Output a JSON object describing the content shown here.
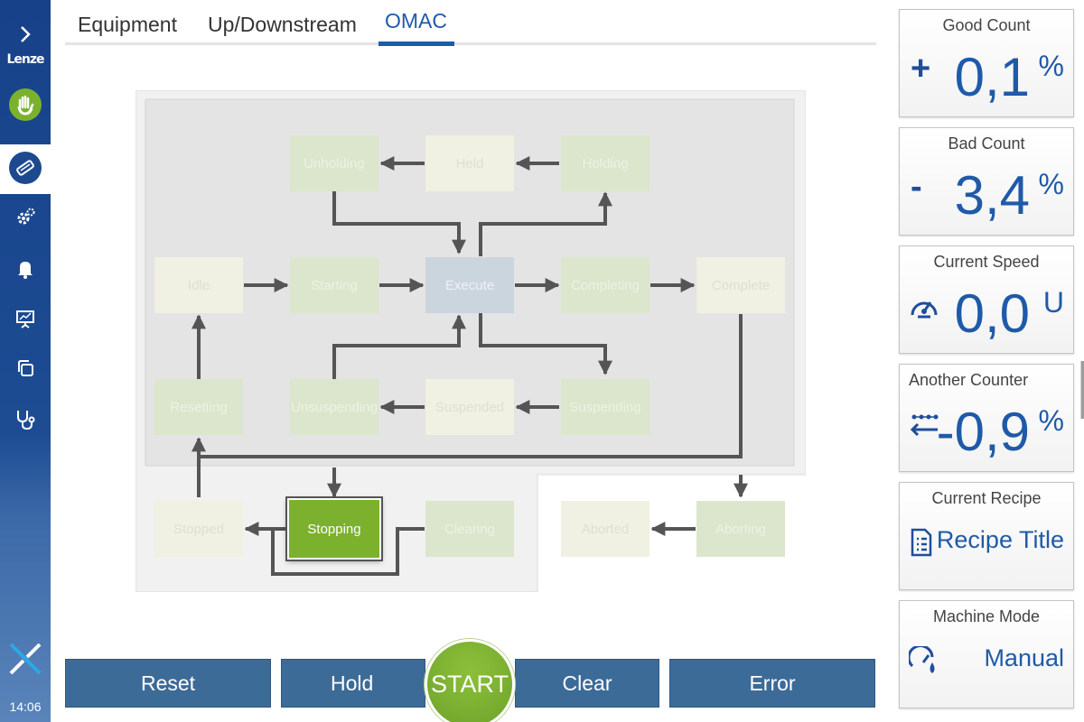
{
  "sidebar": {
    "logo": "Lenze",
    "time": "14:06",
    "icons": [
      "chevron-right-icon",
      "hand-icon",
      "module-icon",
      "gears-icon",
      "bell-icon",
      "presentation-chart-icon",
      "copy-icon",
      "stethoscope-icon",
      "x-logo-icon"
    ]
  },
  "tabs": [
    {
      "label": "Equipment",
      "active": false
    },
    {
      "label": "Up/Downstream",
      "active": false
    },
    {
      "label": "OMAC",
      "active": true
    }
  ],
  "states": {
    "unholding": "Unholding",
    "held": "Held",
    "holding": "Holding",
    "idle": "Idle",
    "starting": "Starting",
    "execute": "Execute",
    "completing": "Completing",
    "complete": "Complete",
    "resetting": "Resetting",
    "unsuspending": "Unsuspending",
    "suspended": "Suspended",
    "suspending": "Suspending",
    "stopped": "Stopped",
    "stopping": "Stopping",
    "clearing": "Clearing",
    "aborted": "Aborted",
    "aborting": "Aborting"
  },
  "active_state": "Stopping",
  "buttons": {
    "reset": "Reset",
    "hold": "Hold",
    "start": "START",
    "clear": "Clear",
    "error": "Error"
  },
  "cards": {
    "good_count": {
      "title": "Good Count",
      "symbol": "+",
      "value": "0,1",
      "unit": "%"
    },
    "bad_count": {
      "title": "Bad Count",
      "symbol": "-",
      "value": "3,4",
      "unit": "%"
    },
    "current_speed": {
      "title": "Current Speed",
      "value": "0,0",
      "unit": "U",
      "icon": "speedometer-icon"
    },
    "another_counter": {
      "title": "Another Counter",
      "value": "-0,9",
      "unit": "%",
      "icon": "counter-arrow-icon"
    },
    "current_recipe": {
      "title": "Current Recipe",
      "value": "Recipe Title",
      "icon": "document-list-icon"
    },
    "machine_mode": {
      "title": "Machine Mode",
      "value": "Manual",
      "icon": "gauge-drop-icon"
    }
  },
  "colors": {
    "sidebar": "#17428a",
    "accent": "#1f5aa8",
    "button": "#3d6b98",
    "start": "#7bb12d",
    "active_state": "#7bb12d"
  }
}
